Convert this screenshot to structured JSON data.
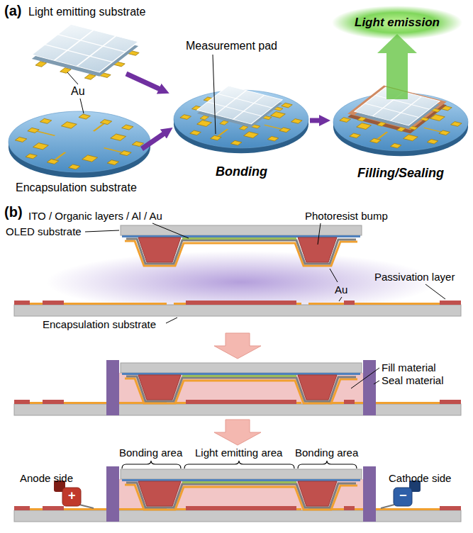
{
  "diagram": {
    "labels": [
      "(a)",
      "Light emitting substrate",
      "Au",
      "Light emission",
      "Measurement pad",
      "Bonding",
      "Filling/Sealing",
      "Encapsulation substrate",
      "(b)",
      "ITO / Organic layers / Al / Au",
      "Photoresist bump",
      "OLED substrate",
      "Passivation layer",
      "Au",
      "Encapsulation substrate",
      "Fill material",
      "Seal material",
      "Bonding area",
      "Light emitting area",
      "Bonding area",
      "Anode side",
      "Cathode side",
      "+",
      "−"
    ]
  }
}
